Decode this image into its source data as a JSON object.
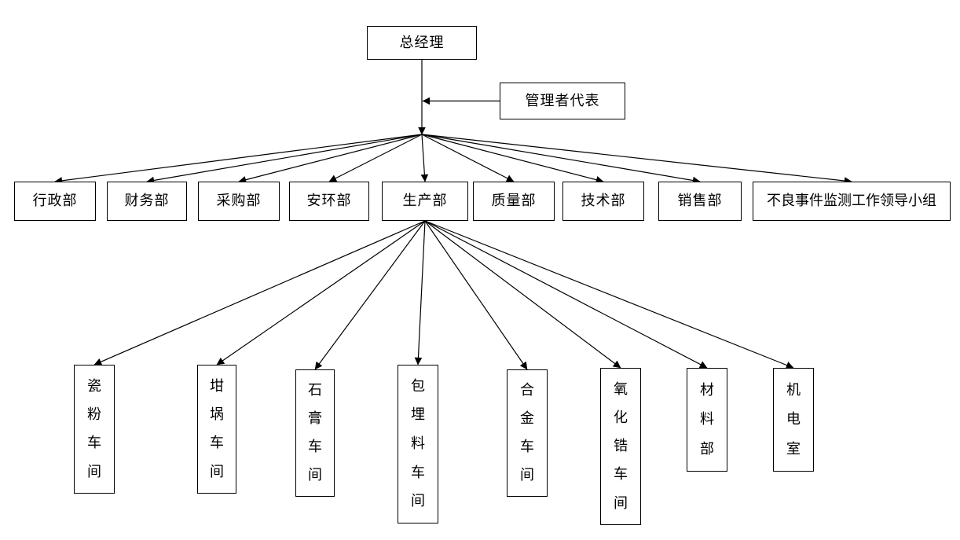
{
  "org": {
    "root": {
      "label": "总经理"
    },
    "staff": {
      "label": "管理者代表"
    },
    "level2": [
      {
        "id": "admin",
        "label": "行政部"
      },
      {
        "id": "finance",
        "label": "财务部"
      },
      {
        "id": "purchasing",
        "label": "采购部"
      },
      {
        "id": "safety-env",
        "label": "安环部"
      },
      {
        "id": "production",
        "label": "生产部"
      },
      {
        "id": "quality",
        "label": "质量部"
      },
      {
        "id": "technology",
        "label": "技术部"
      },
      {
        "id": "sales",
        "label": "销售部"
      },
      {
        "id": "adverse-event-group",
        "label": "不良事件监测工作领导小组"
      }
    ],
    "level3": [
      {
        "id": "porcelain-powder-workshop",
        "label": "瓷粉车间"
      },
      {
        "id": "crucible-workshop",
        "label": "坩埚车间"
      },
      {
        "id": "gypsum-workshop",
        "label": "石膏车间"
      },
      {
        "id": "investment-material-workshop",
        "label": "包埋料车间"
      },
      {
        "id": "alloy-workshop",
        "label": "合金车间"
      },
      {
        "id": "zirconia-workshop",
        "label": "氧化锆车间"
      },
      {
        "id": "materials-dept",
        "label": "材料部"
      },
      {
        "id": "mech-electric-room",
        "label": "机电室"
      }
    ],
    "edges": {
      "root_to_fan": "总经理 → fan point (arrow down)",
      "staff_to_trunk": "管理者代表 → trunk line (arrow left)",
      "fan_to_level2": "fan point → each level-2 department (arrows)",
      "production_to_level3": "生产部 → each level-3 workshop (arrows)"
    },
    "colors": {
      "line": "#000000",
      "box_border": "#000000",
      "text": "#000000",
      "background": "#ffffff"
    }
  }
}
